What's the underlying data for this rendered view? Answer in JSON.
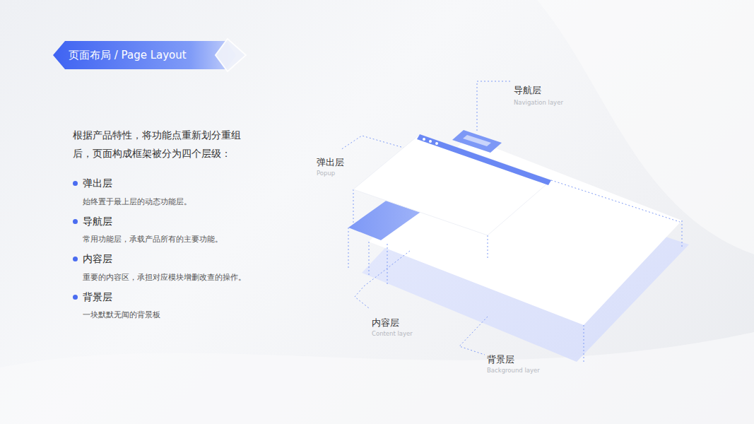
{
  "diagram": {
    "title": "页面布局 / Page Layout",
    "labels": [
      "根据产品特性，将功能点重新划分重组后，页面构成框架被分为四个层级：",
      "弹出层",
      "始终置于最上层的动态功能层。",
      "导航层",
      "常用功能层，承载产品所有的主要功能。",
      "内容层",
      "重要的内容区，承担对应模块增删改查的操作。",
      "背景层",
      "一块默默无闻的背景板",
      "导航层",
      "Navigation layer",
      "弹出层",
      "Popup",
      "内容层",
      "Content layer",
      "背景层",
      "Background layer"
    ]
  }
}
